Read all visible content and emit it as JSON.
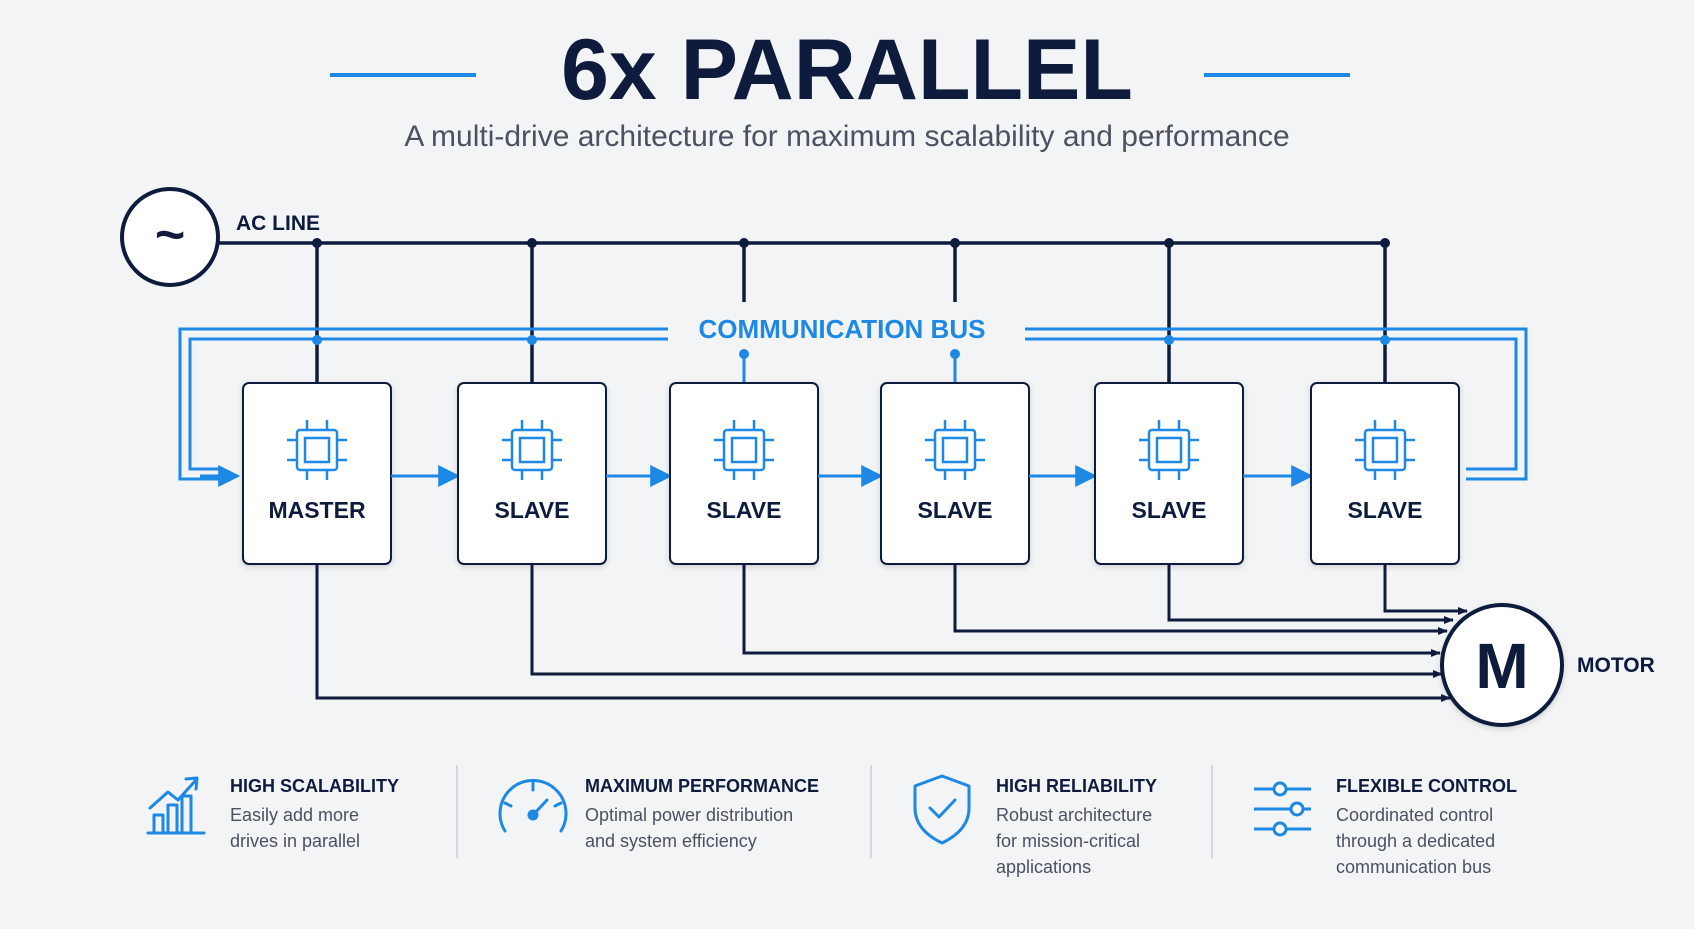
{
  "header": {
    "title": "6x PARALLEL",
    "subtitle": "A multi-drive architecture for maximum scalability and performance"
  },
  "diagram": {
    "ac_line": {
      "symbol": "~",
      "label": "AC LINE"
    },
    "bus_label": "COMMUNICATION BUS",
    "drives": [
      {
        "label": "MASTER"
      },
      {
        "label": "SLAVE"
      },
      {
        "label": "SLAVE"
      },
      {
        "label": "SLAVE"
      },
      {
        "label": "SLAVE"
      },
      {
        "label": "SLAVE"
      }
    ],
    "motor": {
      "symbol": "M",
      "label": "MOTOR"
    },
    "icon": "cpu-chip-icon"
  },
  "features": [
    {
      "icon": "growth-chart-icon",
      "title": "HIGH SCALABILITY",
      "lines": [
        "Easily add more",
        "drives in parallel"
      ]
    },
    {
      "icon": "speedometer-icon",
      "title": "MAXIMUM PERFORMANCE",
      "lines": [
        "Optimal power distribution",
        "and system efficiency"
      ]
    },
    {
      "icon": "shield-check-icon",
      "title": "HIGH RELIABILITY",
      "lines": [
        "Robust architecture",
        "for mission-critical",
        "applications"
      ]
    },
    {
      "icon": "sliders-icon",
      "title": "FLEXIBLE CONTROL",
      "lines": [
        "Coordinated control",
        "through a dedicated",
        "communication bus"
      ]
    }
  ],
  "colors": {
    "navy": "#0f1b3d",
    "blue": "#1e88e5",
    "text_gray": "#4a5160",
    "divider": "#c9ccd3"
  }
}
